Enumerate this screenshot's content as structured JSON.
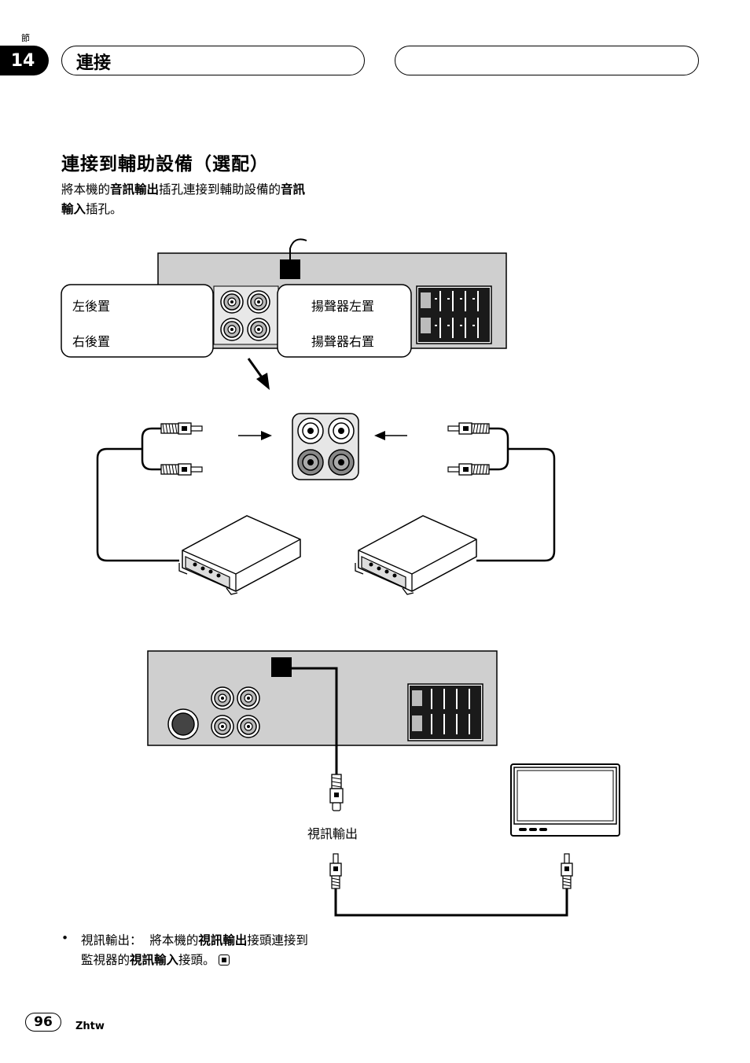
{
  "header": {
    "section_label": "節",
    "section_number": "14",
    "section_title": "連接"
  },
  "content": {
    "heading": "連接到輔助設備（選配）",
    "intro": {
      "p1": "將本機的",
      "b1": "音訊輸出",
      "p2": "插孔連接到輔助設備的",
      "b2": "音訊",
      "b3": "輸入",
      "p3": "插孔。"
    }
  },
  "diagram_audio": {
    "rear_left": "左後置",
    "rear_right": "右後置",
    "speaker_left": "揚聲器左置",
    "speaker_right": "揚聲器右置"
  },
  "diagram_video": {
    "video_out": "視訊輸出"
  },
  "bullet": {
    "marker": "•",
    "lead": "視訊輸出：",
    "p1": "將本機的",
    "b1": "視訊輸出",
    "p2": "接頭連接到",
    "p3": "監視器的",
    "b2": "視訊輸入",
    "p4": "接頭。"
  },
  "footer": {
    "page_number": "96",
    "language_code": "Zhtw"
  }
}
